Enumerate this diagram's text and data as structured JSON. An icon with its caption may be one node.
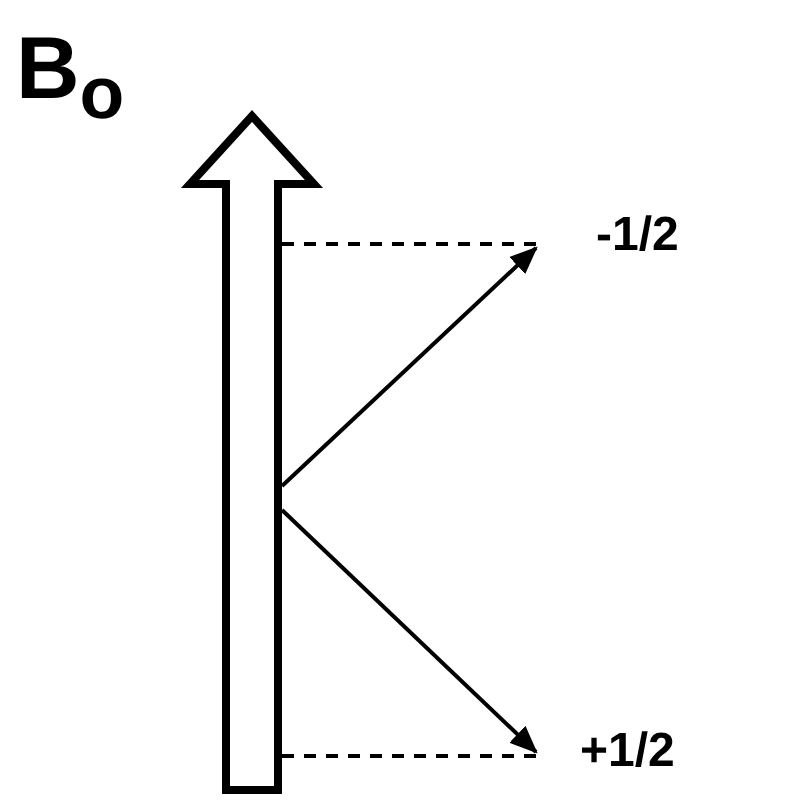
{
  "diagram": {
    "labels": [
      "B$_{o}$",
      "-1/2",
      "+1/2"
    ]
  }
}
